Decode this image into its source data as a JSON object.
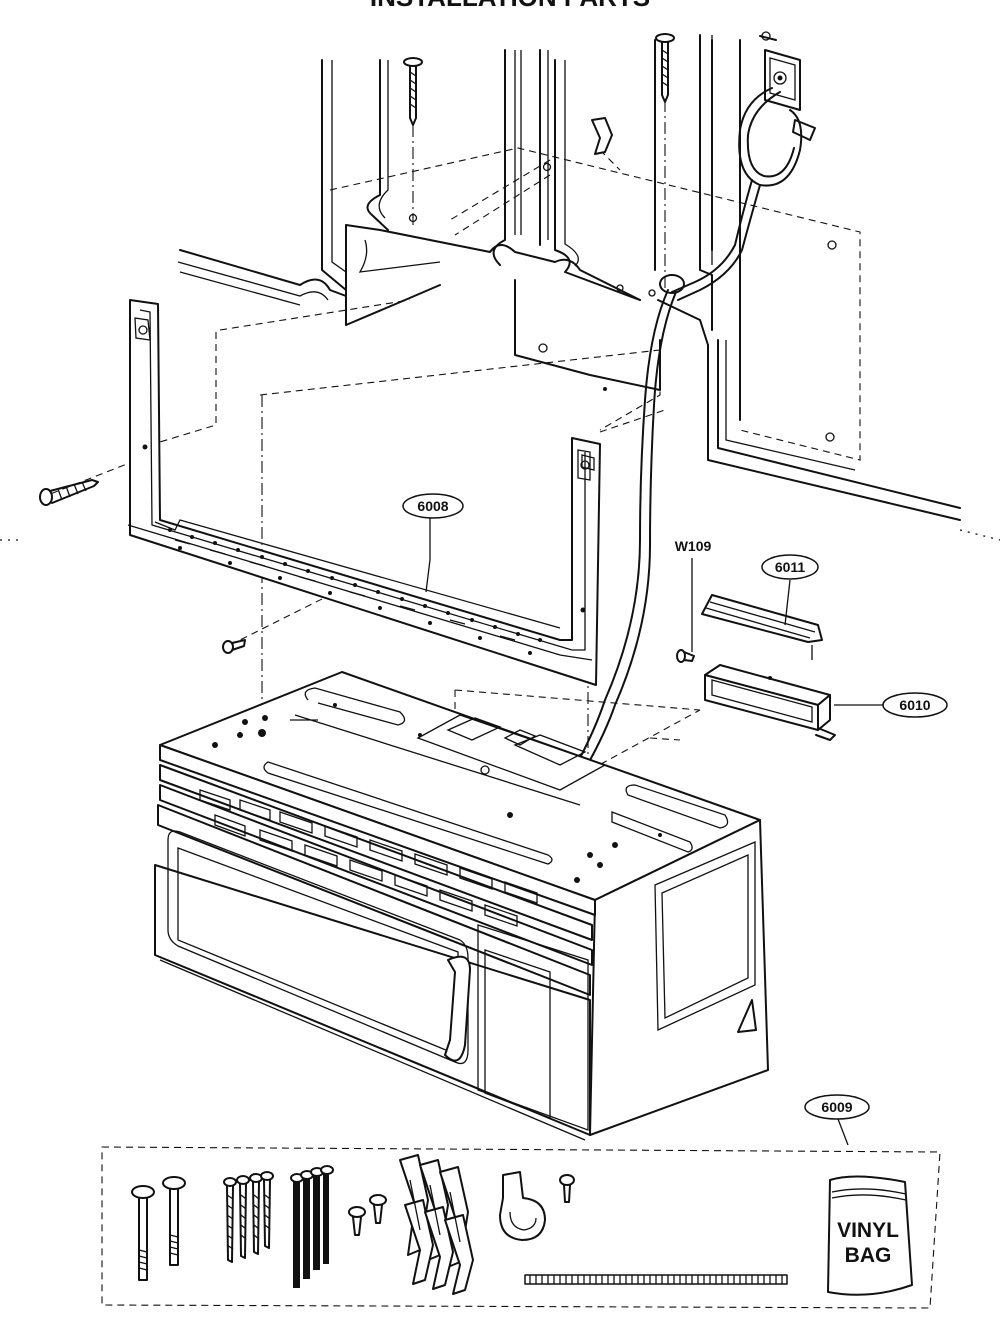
{
  "title": "INSTALLATION PARTS",
  "callouts": {
    "mounting_plate": "6008",
    "hardware_kit": "6009",
    "damper_box": "6010",
    "damper_plate": "6011",
    "screw": "W109"
  },
  "bag_label": {
    "line1": "VINYL",
    "line2": "BAG"
  }
}
